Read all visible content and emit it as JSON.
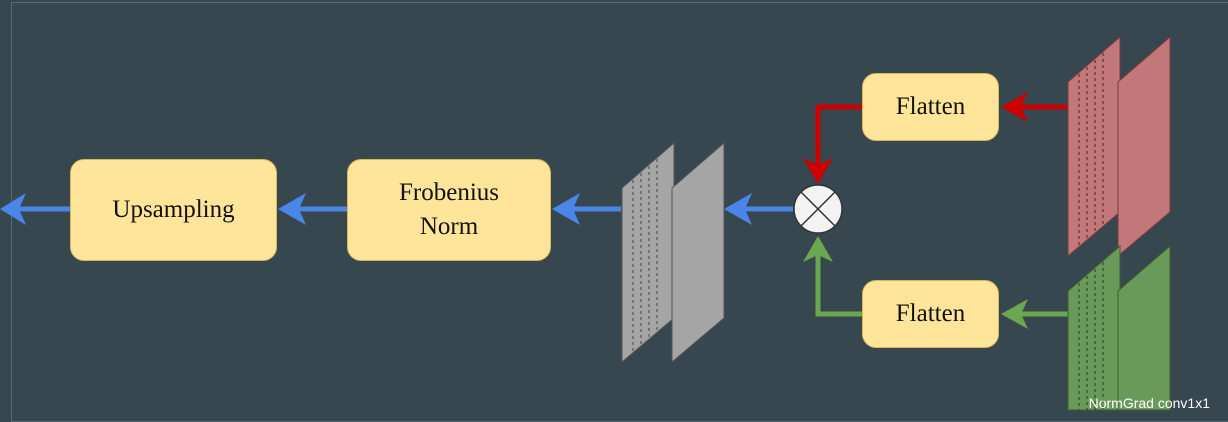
{
  "boxes": {
    "upsampling": "Upsampling",
    "frobenius_line1": "Frobenius",
    "frobenius_line2": "Norm",
    "flatten_top": "Flatten",
    "flatten_bottom": "Flatten"
  },
  "caption": "NormGrad conv1x1",
  "colors": {
    "background": "#37474f",
    "box_fill": "#ffe599",
    "arrow_blue": "#4a86e8",
    "arrow_red": "#cc0000",
    "arrow_green": "#6aa84f",
    "stack_red": "#c27878",
    "stack_green": "#6a9a5a",
    "stack_gray": "#a5a5a5"
  },
  "icons": {
    "operator": "circled-times-icon"
  }
}
